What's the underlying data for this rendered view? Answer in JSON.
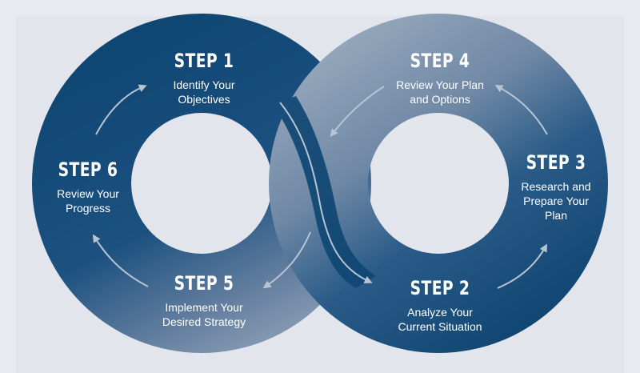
{
  "colors": {
    "background": "#e2e6ec",
    "ring_dark": "#0e4470",
    "ring_light": "#8a9fb6",
    "text": "#ffffff"
  },
  "steps": [
    {
      "id": "s1",
      "title": "STEP 1",
      "desc": [
        "Identify Your",
        "Objectives"
      ]
    },
    {
      "id": "s2",
      "title": "STEP 2",
      "desc": [
        "Analyze Your",
        "Current Situation"
      ]
    },
    {
      "id": "s3",
      "title": "STEP 3",
      "desc": [
        "Research and",
        "Prepare Your",
        "Plan"
      ]
    },
    {
      "id": "s4",
      "title": "STEP 4",
      "desc": [
        "Review Your Plan",
        "and Options"
      ]
    },
    {
      "id": "s5",
      "title": "STEP 5",
      "desc": [
        "Implement Your",
        "Desired Strategy"
      ]
    },
    {
      "id": "s6",
      "title": "STEP 6",
      "desc": [
        "Review Your",
        "Progress"
      ]
    }
  ]
}
